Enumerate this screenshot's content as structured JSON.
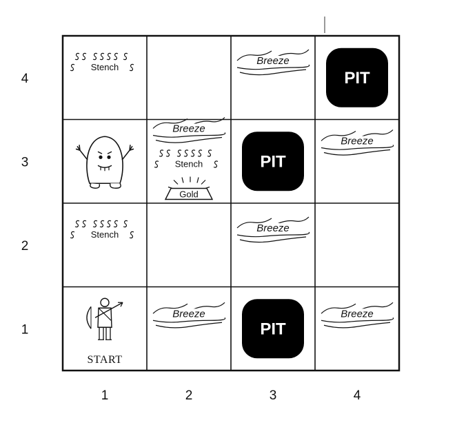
{
  "grid": {
    "rows": 4,
    "cols": 4,
    "col_labels": [
      "1",
      "2",
      "3",
      "4"
    ],
    "row_labels": [
      "1",
      "2",
      "3",
      "4"
    ]
  },
  "cells": [
    {
      "col": 1,
      "row": 4,
      "items": [
        "stench"
      ]
    },
    {
      "col": 3,
      "row": 4,
      "items": [
        "breeze"
      ]
    },
    {
      "col": 4,
      "row": 4,
      "items": [
        "pit"
      ]
    },
    {
      "col": 1,
      "row": 3,
      "items": [
        "wumpus"
      ]
    },
    {
      "col": 2,
      "row": 3,
      "items": [
        "breeze",
        "stench",
        "gold"
      ]
    },
    {
      "col": 3,
      "row": 3,
      "items": [
        "pit"
      ]
    },
    {
      "col": 4,
      "row": 3,
      "items": [
        "breeze"
      ]
    },
    {
      "col": 1,
      "row": 2,
      "items": [
        "stench"
      ]
    },
    {
      "col": 3,
      "row": 2,
      "items": [
        "breeze"
      ]
    },
    {
      "col": 1,
      "row": 1,
      "items": [
        "agent",
        "start"
      ]
    },
    {
      "col": 2,
      "row": 1,
      "items": [
        "breeze"
      ]
    },
    {
      "col": 3,
      "row": 1,
      "items": [
        "pit"
      ]
    },
    {
      "col": 4,
      "row": 1,
      "items": [
        "breeze"
      ]
    }
  ],
  "labels": {
    "pit": "PIT",
    "breeze": "Breeze",
    "stench": "Stench",
    "gold": "Gold",
    "start": "START"
  },
  "icons": {
    "wumpus": "wumpus-icon",
    "agent": "agent-icon",
    "gold": "gold-icon"
  },
  "colors": {
    "pit_fill": "#000000",
    "grid_line": "#111111"
  }
}
